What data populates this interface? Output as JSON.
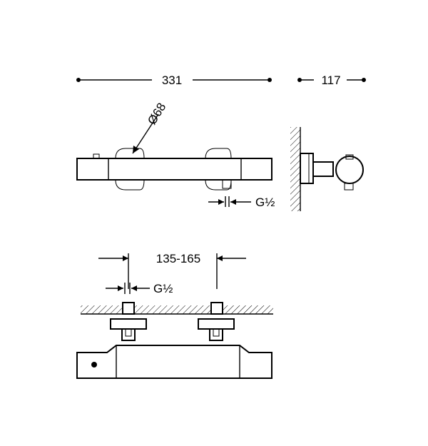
{
  "dimensions": {
    "overall_length": "331",
    "depth": "117",
    "knob_diameter": "Ø68",
    "thread_side": "G½",
    "center_distance": "135-165",
    "thread_bottom": "G½"
  }
}
